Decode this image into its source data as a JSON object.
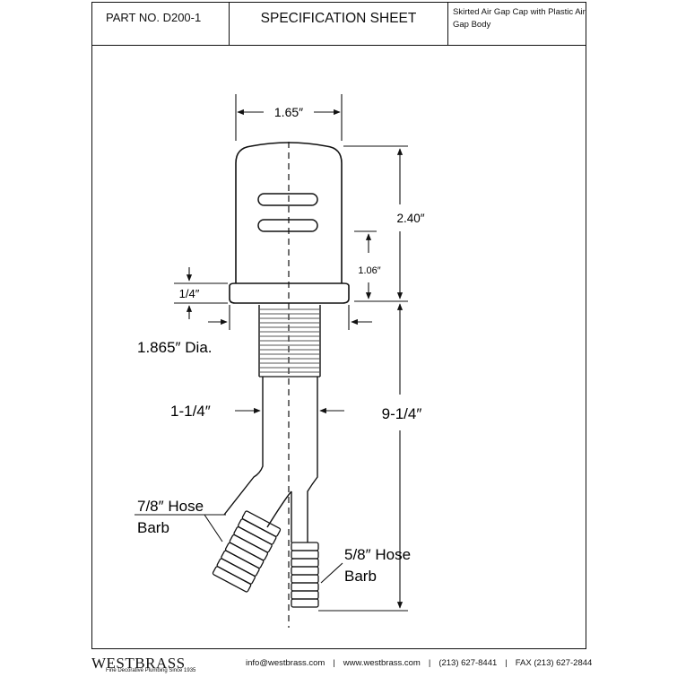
{
  "header": {
    "part_no": "PART NO.  D200-1",
    "title": "SPECIFICATION SHEET",
    "description": "Skirted Air Gap Cap with Plastic Air Gap Body"
  },
  "dimensions": {
    "cap_width": "1.65″",
    "cap_height": "2.40″",
    "slot_height": "1.06″",
    "skirt_thickness": "1/4″",
    "skirt_diameter": "1.865″ Dia.",
    "body_diameter": "1-1/4″",
    "overall_length": "9-1/4″",
    "large_barb_line1": "7/8″ Hose",
    "large_barb_line2": "Barb",
    "small_barb_line1": "5/8″ Hose",
    "small_barb_line2": "Barb"
  },
  "footer": {
    "brand": "WESTBRASS",
    "tagline": "Fine Decorative Plumbing Since 1935",
    "email": "info@westbrass.com",
    "website": "www.westbrass.com",
    "phone": "(213) 627-8441",
    "fax": "FAX (213) 627-2844",
    "separator": "|"
  }
}
